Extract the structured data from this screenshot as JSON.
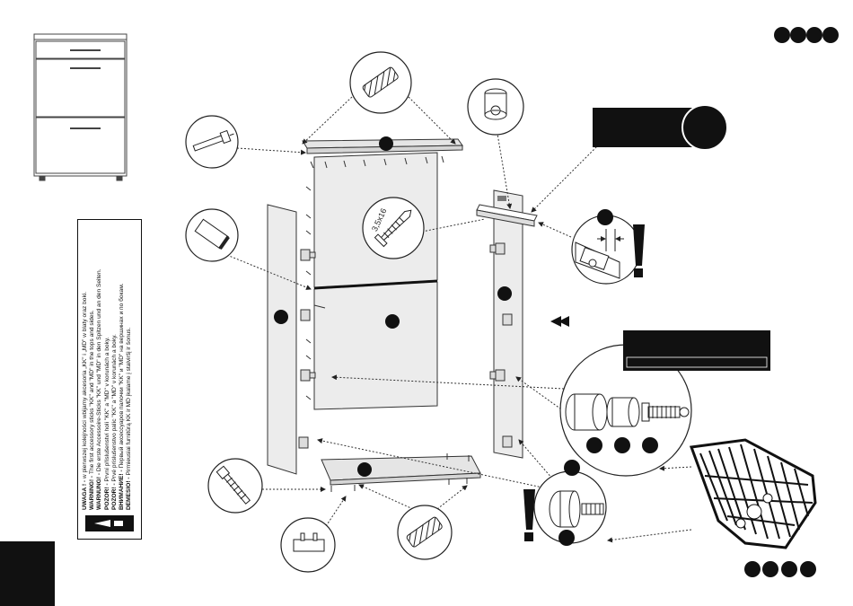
{
  "page": {
    "step_dots": 4
  },
  "warning": {
    "lines": [
      {
        "lead": "UWAGA ! - ",
        "text": "w pierwszej kolejności wbijamy akcesoria „KK” i „MD” w blaty oraz boki."
      },
      {
        "lead": "WARNING! - ",
        "text": "The first accessory sticks \"KK\" and \"MD\" in the tops and sides."
      },
      {
        "lead": "WARNUNG! - ",
        "text": "Die erste Accessoire-Sticks \"KK\" und \"MD\" in den Spitzen und an den Seiten."
      },
      {
        "lead": "POZOR! - ",
        "text": "První příslušenství holí \"KK\" a \"MD\" v korunách a boky."
      },
      {
        "lead": "POZOR! - ",
        "text": "Prvé príslušenstvo palíc \"KK\" a \"MD\" v korunách a boky."
      },
      {
        "lead": "ВНИМАНИЕ! - ",
        "text": "Первый аксессуаров палочки \"KK\" и \"MD\" на вершинах и по бокам."
      },
      {
        "lead": "DĖMESIO! - ",
        "text": "Pirmieusiai furnitūrą KK ir MD įkalame į stalviršį ir šonus."
      }
    ]
  },
  "screw_label": "3,5x16",
  "colors": {
    "ink": "#111111",
    "panel_fill": "#ededed",
    "panel_stroke": "#333333"
  },
  "icons": [
    "cabinet-thumbnail-icon",
    "dowel-icon",
    "confirmat-screw-icon",
    "cam-lock-icon",
    "wood-screw-icon",
    "hammer-icon",
    "rail-connector-icon",
    "plastic-foot-icon",
    "assembly-arrow-icon",
    "exclamation-icon"
  ]
}
